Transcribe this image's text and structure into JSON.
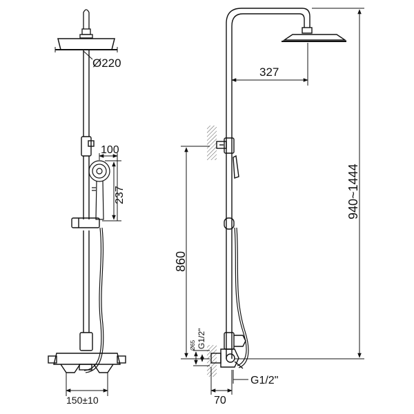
{
  "drawing": {
    "front_view": {
      "head_diameter_label": "Ø220",
      "holder_offset_label": "100",
      "holder_spacing_label": "237",
      "valve_width_label": "150±10"
    },
    "side_view": {
      "arm_length_label": "327",
      "total_height_label": "940~1444",
      "inlet_height_label": "860",
      "flange_diameter_label": "Ø65",
      "inlet_thread_top_label": "G1/2\"",
      "outlet_thread_label": "G1/2\"",
      "wall_offset_label": "70"
    }
  },
  "colors": {
    "line": "#111111",
    "background": "#ffffff",
    "hatch": "#555555"
  }
}
